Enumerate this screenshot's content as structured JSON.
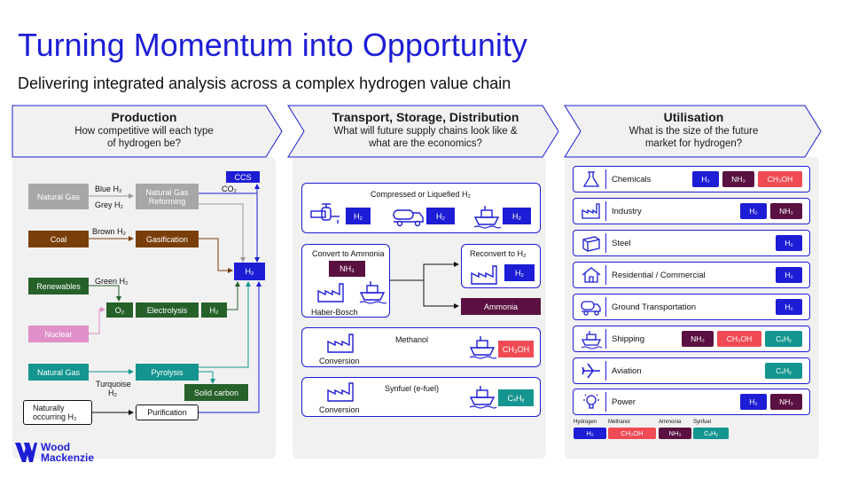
{
  "title": "Turning Momentum into Opportunity",
  "subtitle": "Delivering integrated analysis across a complex hydrogen value chain",
  "columns": [
    {
      "title": "Production",
      "question": "How competitive will each type of hydrogen be?"
    },
    {
      "title": "Transport, Storage, Distribution",
      "question": "What will future supply chains look like & what are the economics?"
    },
    {
      "title": "Utilisation",
      "question": "What is the size of the future market for hydrogen?"
    }
  ],
  "production": {
    "natural_gas": "Natural Gas",
    "blue": "Blue H₂",
    "grey": "Grey H₂",
    "smr": "Natural Gas Reforming",
    "co2": "CO₂",
    "ccs": "CCS",
    "coal": "Coal",
    "brown": "Brown H₂",
    "gasification": "Gasification",
    "h2": "H₂",
    "renewables": "Renewables",
    "green": "Green H₂",
    "o2": "O₂",
    "electrolysis": "Electrolysis",
    "h2b": "H₂",
    "nuclear": "Nuclear",
    "natural_gas_2": "Natural Gas",
    "pyrolysis": "Pyrolysis",
    "turquoise": "Turquoise H₂",
    "solid_carbon": "Solid carbon",
    "naturally": "Naturally occurring H₂",
    "purification": "Purification"
  },
  "transport": {
    "compressed": "Compressed or Liquefied H₂",
    "h2": "H₂",
    "convert": "Convert to Ammonia",
    "nh3": "NH₃",
    "haber": "Haber-Bosch",
    "reconvert": "Reconvert to H₂",
    "ammonia": "Ammonia",
    "methanol": "Methanol",
    "ch3oh": "CH₃OH",
    "conversion": "Conversion",
    "synfuel": "Synfuel (e-fuel)",
    "cxhy": "CₓHᵧ"
  },
  "utilisation": {
    "rows": [
      {
        "label": "Chemicals",
        "icon": "flask-icon",
        "tags": [
          "H₂",
          "NH₃",
          "CH₃OH"
        ]
      },
      {
        "label": "Industry",
        "icon": "factory-icon",
        "tags": [
          "H₂",
          "NH₃"
        ]
      },
      {
        "label": "Steel",
        "icon": "steel-beam-icon",
        "tags": [
          "H₂"
        ]
      },
      {
        "label": "Residential / Commercial",
        "icon": "house-icon",
        "tags": [
          "H₂"
        ]
      },
      {
        "label": "Ground Transportation",
        "icon": "truck-icon",
        "tags": [
          "H₂"
        ]
      },
      {
        "label": "Shipping",
        "icon": "ship-icon",
        "tags": [
          "NH₃",
          "CH₃OH",
          "CₓHᵧ"
        ]
      },
      {
        "label": "Aviation",
        "icon": "airplane-icon",
        "tags": [
          "CₓHᵧ"
        ]
      },
      {
        "label": "Power",
        "icon": "lightbulb-icon",
        "tags": [
          "H₂",
          "NH₃"
        ]
      }
    ],
    "legend": [
      {
        "label": "Hydrogen",
        "tag": "H₂",
        "color": "#1d1dd6"
      },
      {
        "label": "Methanol",
        "tag": "CH₃OH",
        "color": "#f04b54"
      },
      {
        "label": "Ammonia",
        "tag": "NH₃",
        "color": "#5a1040"
      },
      {
        "label": "Synfuel",
        "tag": "CₓHᵧ",
        "color": "#14958f"
      }
    ]
  },
  "logo": {
    "line1": "Wood",
    "line2": "Mackenzie"
  }
}
